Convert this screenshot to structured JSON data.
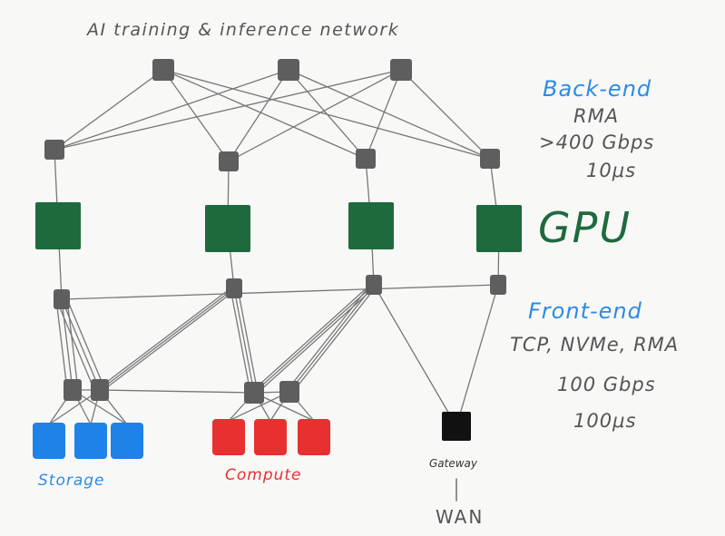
{
  "diagram": {
    "title": "AI training & inference network",
    "backend": {
      "heading": "Back-end",
      "lines": [
        "RMA",
        ">400 Gbps",
        "10μs"
      ]
    },
    "gpu_label": "GPU",
    "frontend": {
      "heading": "Front-end",
      "lines": [
        "TCP, NVMe, RMA",
        "100 Gbps",
        "100μs"
      ]
    },
    "storage_label": "Storage",
    "compute_label": "Compute",
    "gateway_label": "Gateway",
    "wan_label": "WAN",
    "colors": {
      "switch": "#5e5e5e",
      "gpu": "#1e6a3e",
      "storage": "#1e82e8",
      "compute": "#e83030",
      "gateway": "#111111",
      "backend_text": "#2b8be6",
      "frontend_text": "#2b8be6",
      "link": "#777777"
    }
  }
}
